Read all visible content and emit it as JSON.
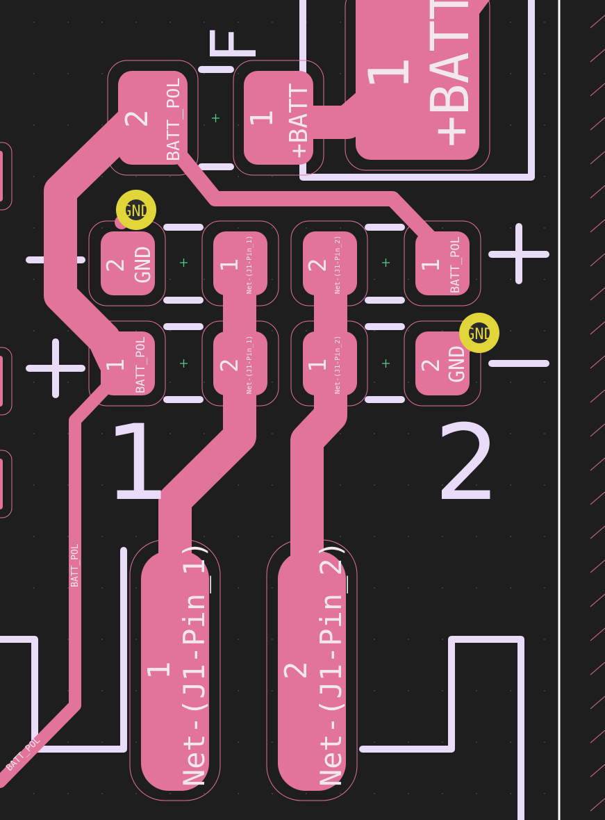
{
  "net_labels": {
    "batt_pol": "BATT_POL",
    "batt_plus": "+BATT",
    "gnd": "GND",
    "j1_pin1_short": "Net-(J1-Pin_1)",
    "j1_pin2_short": "Net-(J1-Pin_2)",
    "j1_pin1_long": "Net-(J1-Pin_1)",
    "j1_pin2_long": "Net-(J1-Pin_2)"
  },
  "pad_numbers": {
    "top_left_pad": "2",
    "top_mid_pad": "1",
    "big_batt_pad": "1",
    "row1_a": "2",
    "row1_b": "1",
    "row1_c": "2",
    "row1_d": "1",
    "row2_a": "1",
    "row2_b": "2",
    "row2_c": "1",
    "row2_d": "2",
    "bottom_left_pad": "1",
    "bottom_right_pad": "2"
  },
  "silkscreen": {
    "f_mark": "F",
    "ref_1": "1",
    "ref_2": "2",
    "plus": "+",
    "minus": "−"
  },
  "vias": {
    "via_top_label": "GND",
    "via_right_label": "GND"
  },
  "colors": {
    "background": "#1e1e1e",
    "copper": "#e2739b",
    "silkscreen": "#e8dcf8",
    "via": "#e0d63a"
  }
}
